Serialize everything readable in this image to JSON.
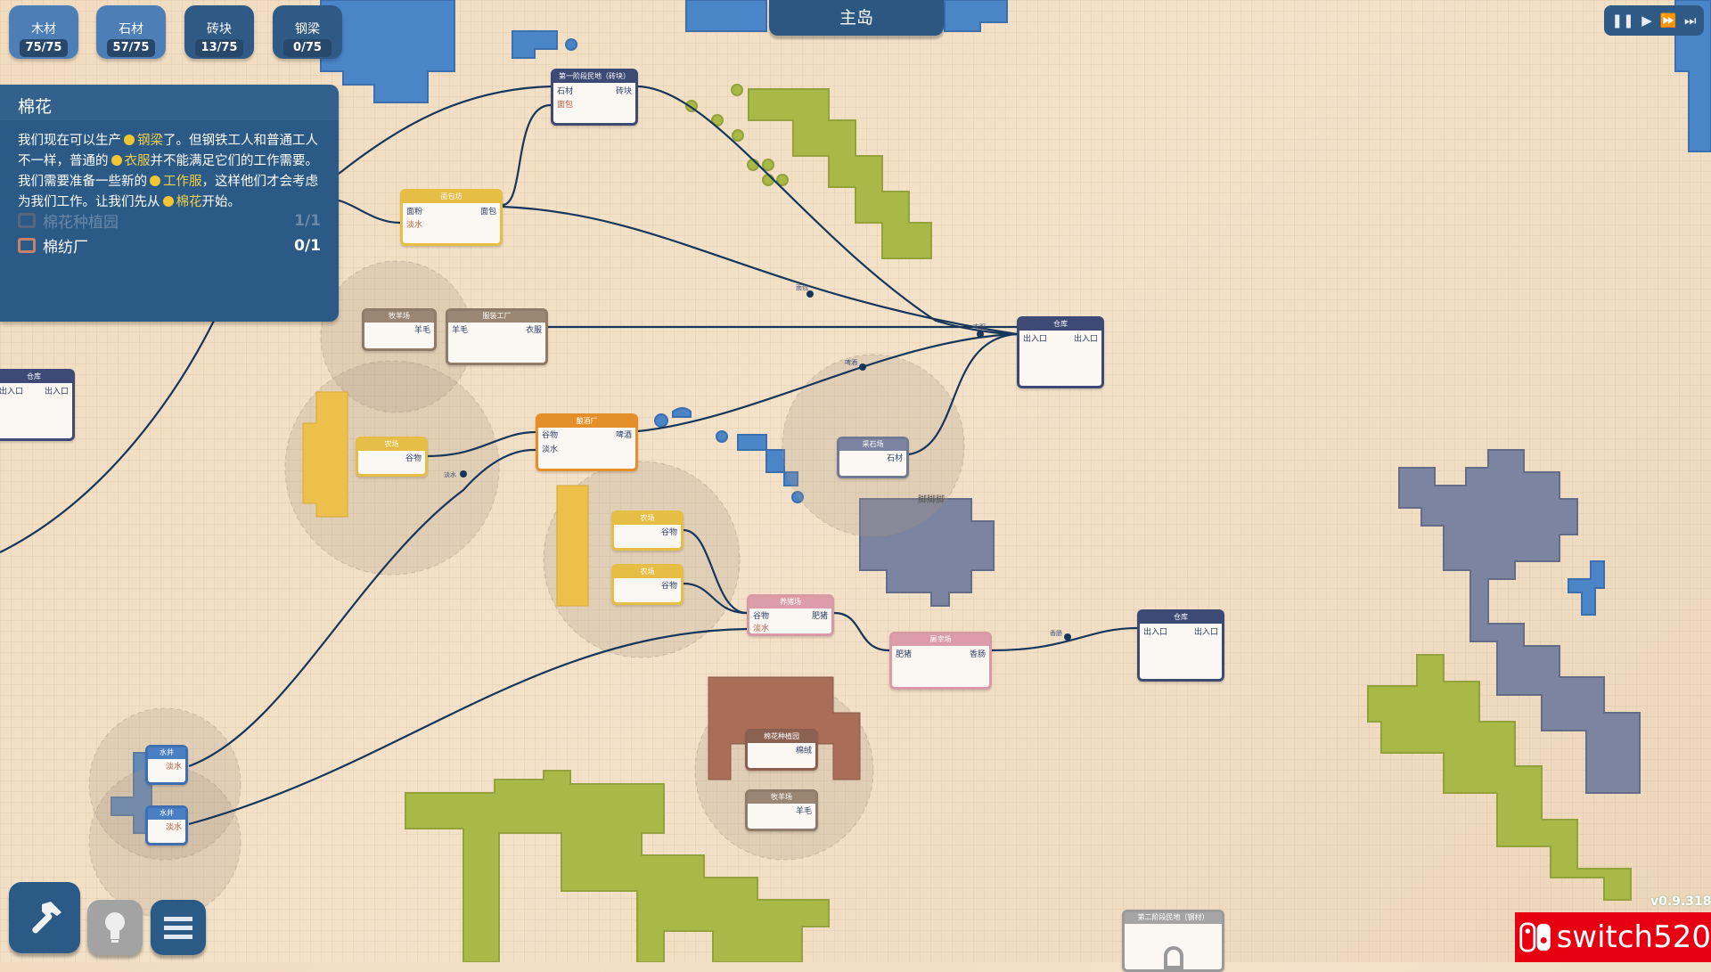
{
  "resources": [
    {
      "name": "木材",
      "count": "75/75"
    },
    {
      "name": "石材",
      "count": "57/75"
    },
    {
      "name": "砖块",
      "count": "13/75"
    },
    {
      "name": "钢梁",
      "count": "0/75"
    }
  ],
  "quest": {
    "title": "棉花",
    "body": [
      {
        "t": "我们现在可以生产"
      },
      {
        "t": "钢梁",
        "hl": true
      },
      {
        "t": "了。但钢铁工人和普通工人不一样，普通的"
      },
      {
        "t": "衣服",
        "hl": true
      },
      {
        "t": "并不能满足它们的工作需要。我们需要准备一些新的"
      },
      {
        "t": "工作服",
        "hl": true
      },
      {
        "t": "，这样他们才会考虑为我们工作。让我们先从"
      },
      {
        "t": "棉花",
        "hl": true
      },
      {
        "t": "开始。"
      }
    ],
    "tasks": [
      {
        "label": "棉花种植园",
        "count": "1/1",
        "done": true
      },
      {
        "label": "棉纺厂",
        "count": "0/1",
        "done": false
      }
    ]
  },
  "island": "主岛",
  "speed_controls": [
    "pause-icon",
    "play-icon",
    "fast-forward-icon",
    "fastest-icon"
  ],
  "nodes": {
    "housing1": {
      "title": "第一阶段民地（砖块）",
      "in1": "石材",
      "in2": "面包",
      "out": "砖块"
    },
    "bakery": {
      "title": "面包坊",
      "in1": "面粉",
      "in2": "淡水",
      "out": "面包"
    },
    "sheep1": {
      "title": "牧羊场",
      "out": "羊毛"
    },
    "clothing": {
      "title": "服装工厂",
      "in": "羊毛",
      "out": "衣服"
    },
    "farm1": {
      "title": "农场",
      "out": "谷物"
    },
    "brewery": {
      "title": "酿酒厂",
      "in1": "谷物",
      "in2": "淡水",
      "out": "啤酒"
    },
    "warehouse1": {
      "title": "仓库",
      "in": "出入口",
      "out": "出入口"
    },
    "quarry": {
      "title": "采石场",
      "out": "石材"
    },
    "farm2": {
      "title": "农场",
      "out": "谷物"
    },
    "farm3": {
      "title": "农场",
      "out": "谷物"
    },
    "pig": {
      "title": "养猪场",
      "in1": "谷物",
      "in2": "淡水",
      "out": "肥猪"
    },
    "butcher": {
      "title": "屠宰场",
      "in": "肥猪",
      "out": "香肠"
    },
    "warehouse2": {
      "title": "仓库",
      "in": "出入口",
      "out": "出入口"
    },
    "warehouse3": {
      "title": "仓库",
      "in": "出入口",
      "out": "出入口"
    },
    "cotton": {
      "title": "棉花种植园",
      "out": "棉绒"
    },
    "sheep2": {
      "title": "牧羊场",
      "out": "羊毛"
    },
    "well1": {
      "title": "水井",
      "out": "淡水"
    },
    "well2": {
      "title": "水井",
      "out": "淡水"
    },
    "housing2": {
      "title": "第二阶段民地（钢材）"
    }
  },
  "links": {
    "bread": "面包",
    "clothes": "衣服",
    "beer": "啤酒",
    "water": "淡水",
    "sausage": "香肠",
    "stone": "石材"
  },
  "region_label": "脚脚脚",
  "toolbar": [
    "hammer-icon",
    "lightbulb-icon",
    "menu-icon"
  ],
  "version": "v0.9.318",
  "watermark": "switch520",
  "colors": {
    "panel": "#2c5a86",
    "highlight": "#f2cf4a",
    "background": "#f1dcc0",
    "water": "#4a7fc4",
    "grass": "#a9b948",
    "rock": "#7b84a0"
  }
}
